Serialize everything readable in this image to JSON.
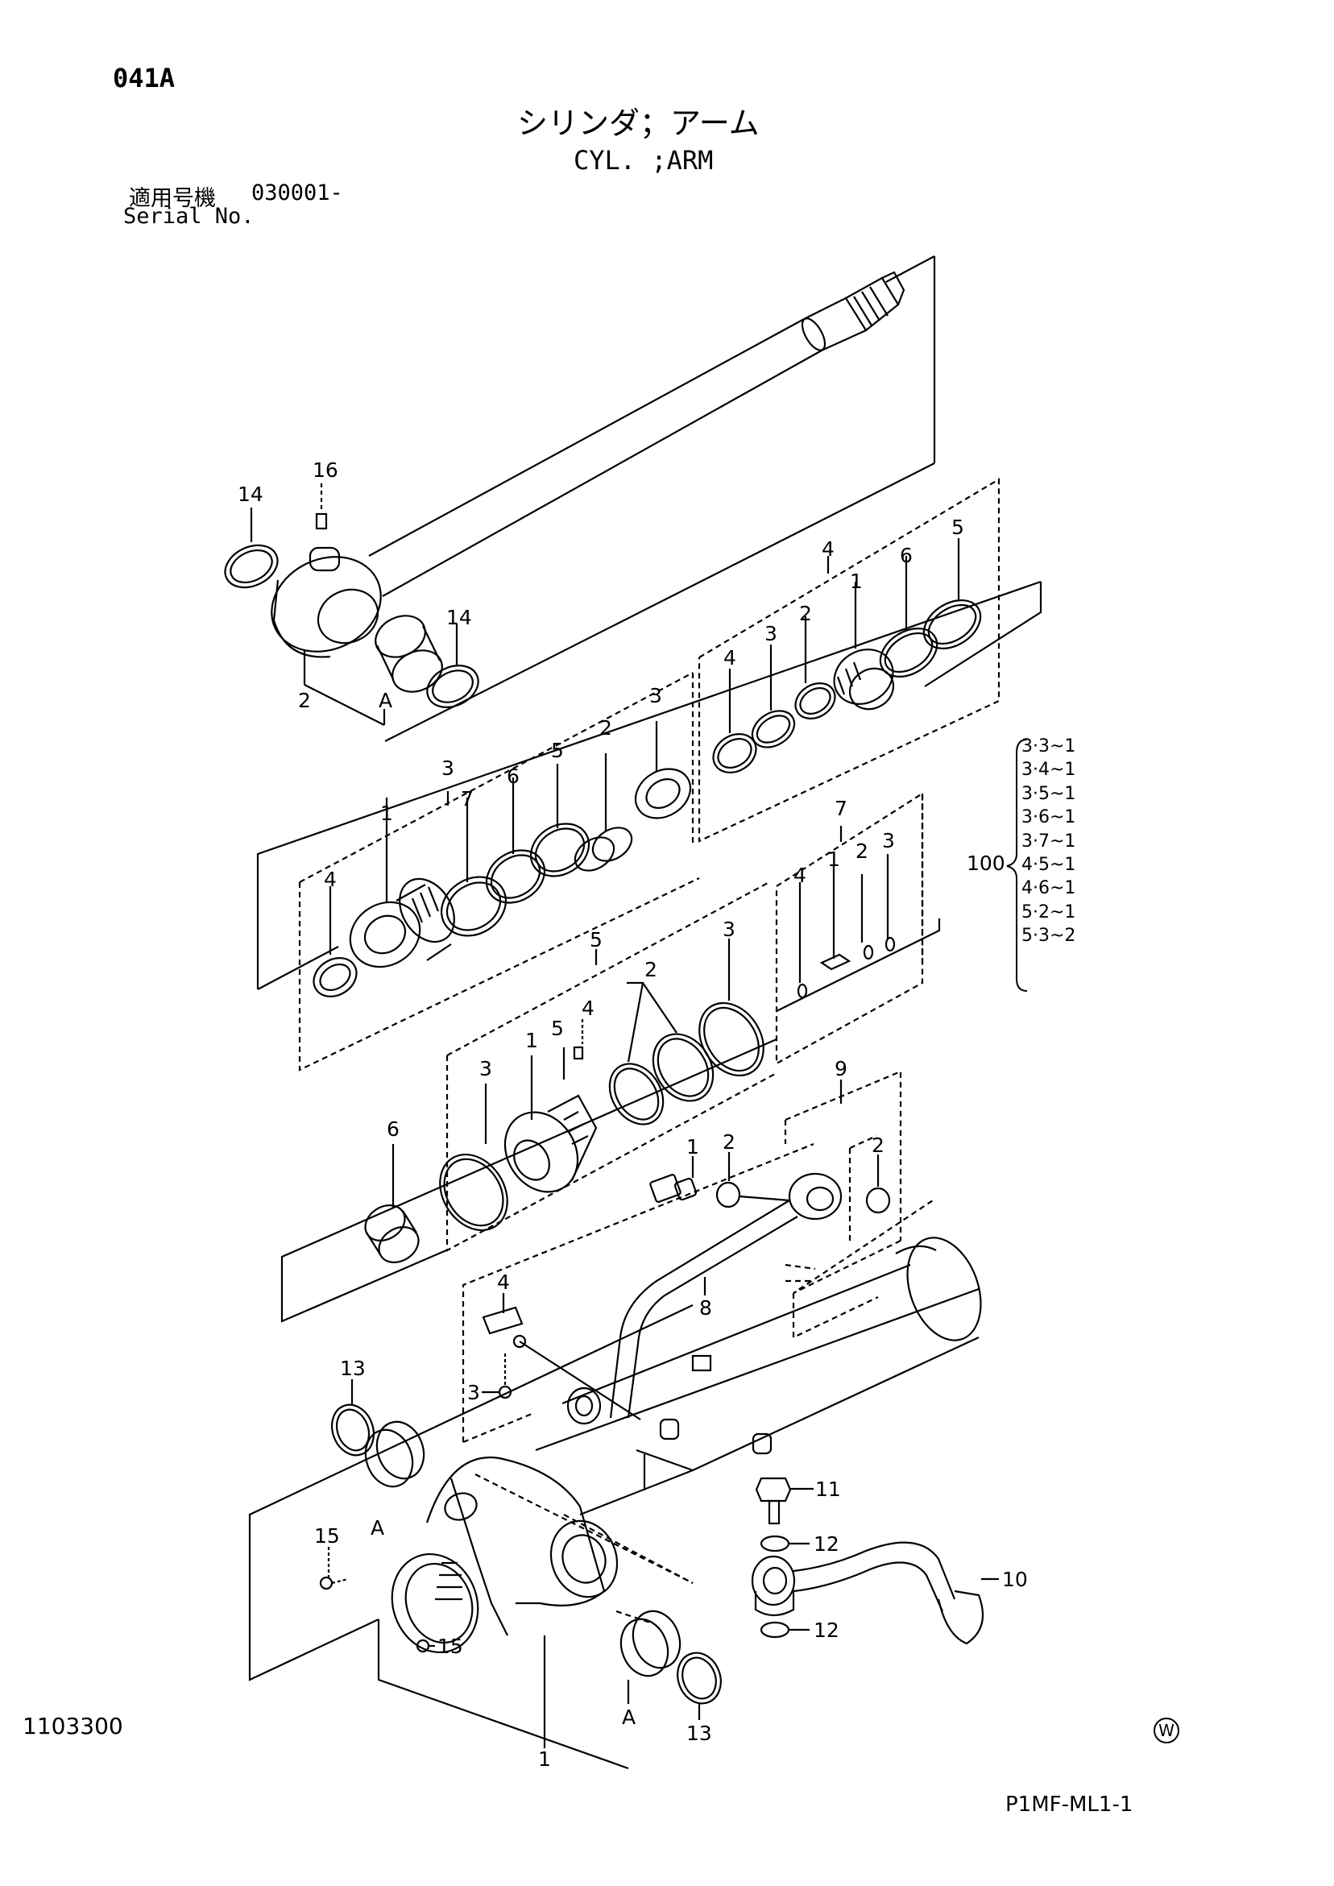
{
  "header": {
    "page_code": "041A",
    "title_jp": "シリンダ；アーム",
    "title_en": "CYL. ;ARM",
    "serial_label_jp": "適用号機",
    "serial_value": "030001-",
    "serial_label_en": "Serial No."
  },
  "footer": {
    "drawing_number": "1103300",
    "watermark_symbol": "W",
    "reference": "P1MF-ML1-1"
  },
  "kit": {
    "number": "100",
    "items": [
      "3·3~1",
      "3·4~1",
      "3·5~1",
      "3·6~1",
      "3·7~1",
      "4·5~1",
      "4·6~1",
      "5·2~1",
      "5·3~2"
    ]
  },
  "callouts": {
    "rod_pin": "16",
    "rod_ring_left": "14",
    "rod_ring_right": "14",
    "rod_bushing": "2",
    "rod_ref_a": "A",
    "head_group": "3",
    "head_1": "1",
    "head_2": "2",
    "head_3": "3",
    "head_4": "4",
    "head_5": "5",
    "head_6": "6",
    "head_7": "7",
    "rod_seal_group": "4",
    "seal_1": "1",
    "seal_2": "2",
    "seal_3": "3",
    "seal_4": "4",
    "seal_5": "5",
    "seal_6": "6",
    "cushion_group": "7",
    "cushion_1": "1",
    "cushion_2": "2",
    "cushion_3": "3",
    "cushion_4": "4",
    "piston_group": "5",
    "piston_1": "1",
    "piston_2": "2",
    "piston_3_right": "3",
    "piston_3_left": "3",
    "piston_4": "4",
    "piston_5": "5",
    "piston_nut": "6",
    "valve_group": "9",
    "valve_1": "1",
    "valve_2_left": "2",
    "valve_2_right": "2",
    "pipe": "8",
    "clamp": "4",
    "clamp_bolt": "3",
    "tube_ring": "13",
    "tube_ref_a": "A",
    "grease_left": "15",
    "grease_bottom": "15",
    "tube": "1",
    "tube_bottom_a": "A",
    "tube_bottom_ring": "13",
    "fitting": "11",
    "oring_top": "12",
    "hose": "10",
    "oring_bottom": "12"
  }
}
